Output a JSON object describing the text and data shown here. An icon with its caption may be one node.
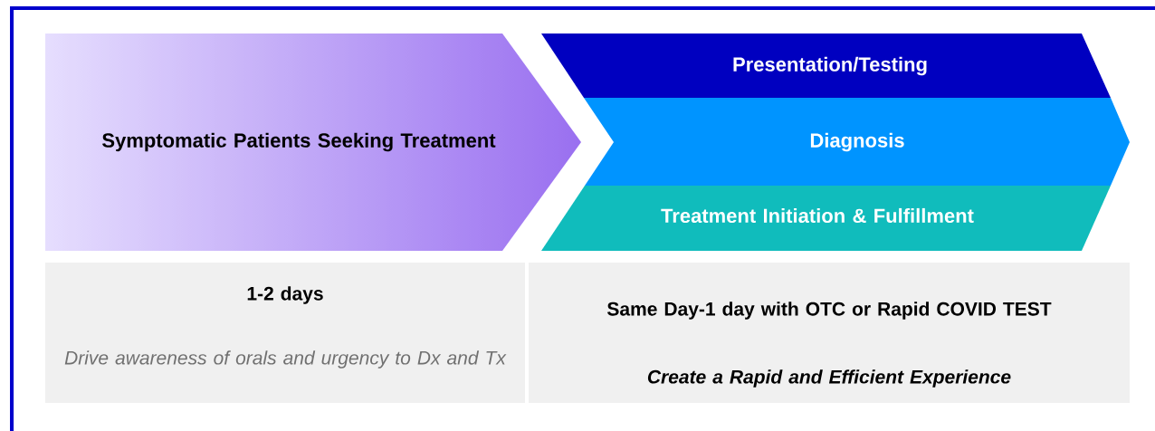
{
  "diagram": {
    "nodes": [
      {
        "text": [
          "Symptomatic Patients Seeking Treatment"
        ]
      },
      {
        "text": [
          "Presentation/Testing"
        ]
      },
      {
        "text": [
          "Diagnosis"
        ]
      },
      {
        "text": [
          "Treatment Initiation & Fulfillment"
        ]
      },
      {
        "text": [
          "1-2 days",
          "Drive awareness of orals and urgency to Dx and Tx"
        ]
      },
      {
        "text": [
          "Same Day-1 day with OTC or Rapid COVID TEST",
          "Create a Rapid and Efficient Experience"
        ]
      }
    ]
  }
}
